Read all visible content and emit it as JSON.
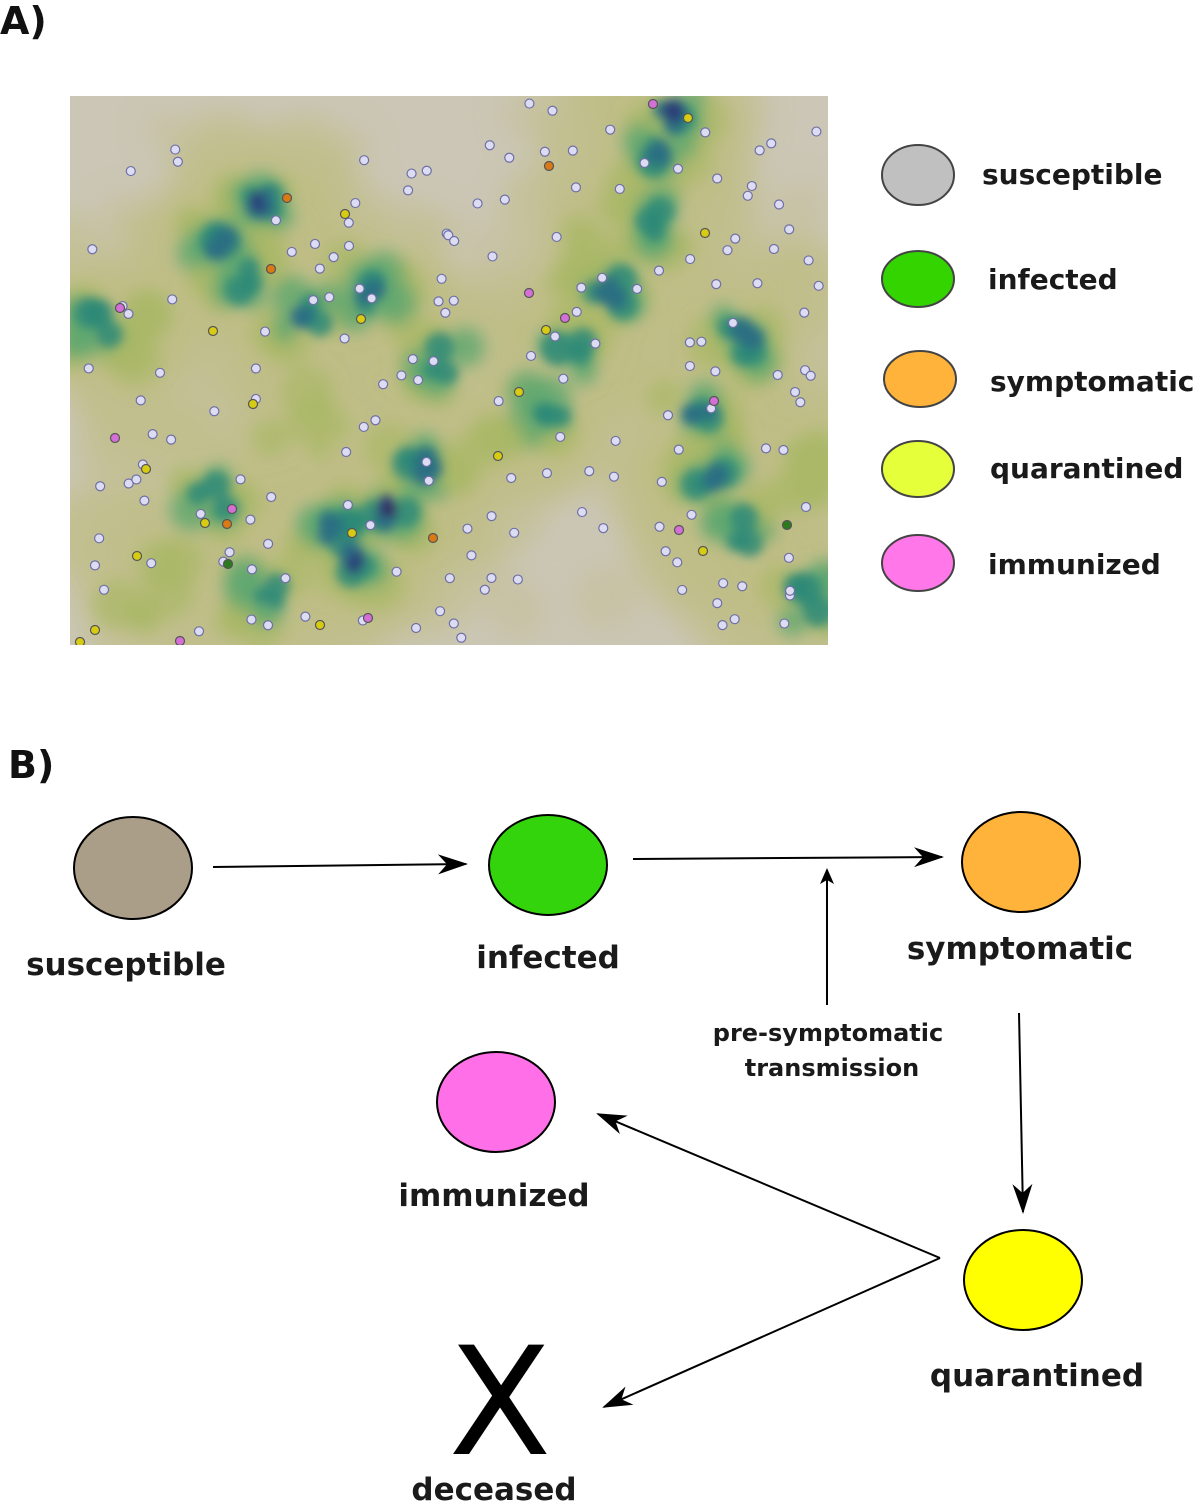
{
  "panel_a": {
    "label": "A)",
    "legend": [
      {
        "label": "susceptible",
        "color": "#c0c0c0"
      },
      {
        "label": "infected",
        "color": "#33d400"
      },
      {
        "label": "symptomatic",
        "color": "#ffb33a"
      },
      {
        "label": "quarantined",
        "color": "#e5ff3a"
      },
      {
        "label": "immunized",
        "color": "#ff77e8"
      }
    ],
    "map": {
      "background_color": "#cbc6b5",
      "haze_color": "#bfbd86",
      "density_colors": [
        "#a9b867",
        "#5fa870",
        "#2d8a78",
        "#2a6e84",
        "#2a3c78",
        "#3a1f5c"
      ],
      "agent_colors": {
        "susceptible": "#dcdcf2",
        "infected": "#2c7a1e",
        "symptomatic": "#d97a14",
        "quarantined": "#d8cc12",
        "immunized": "#d46fd8"
      }
    }
  },
  "panel_b": {
    "label": "B)",
    "nodes": {
      "susceptible": {
        "label": "susceptible",
        "color": "#ab9e88"
      },
      "infected": {
        "label": "infected",
        "color": "#33d40c"
      },
      "symptomatic": {
        "label": "symptomatic",
        "color": "#ffb33a"
      },
      "quarantined": {
        "label": "quarantined",
        "color": "#ffff00"
      },
      "immunized": {
        "label": "immunized",
        "color": "#ff70e8"
      },
      "deceased": {
        "label": "deceased",
        "symbol": "X"
      }
    },
    "annotation": {
      "line1": "pre-symptomatic",
      "line2": "transmission"
    }
  }
}
